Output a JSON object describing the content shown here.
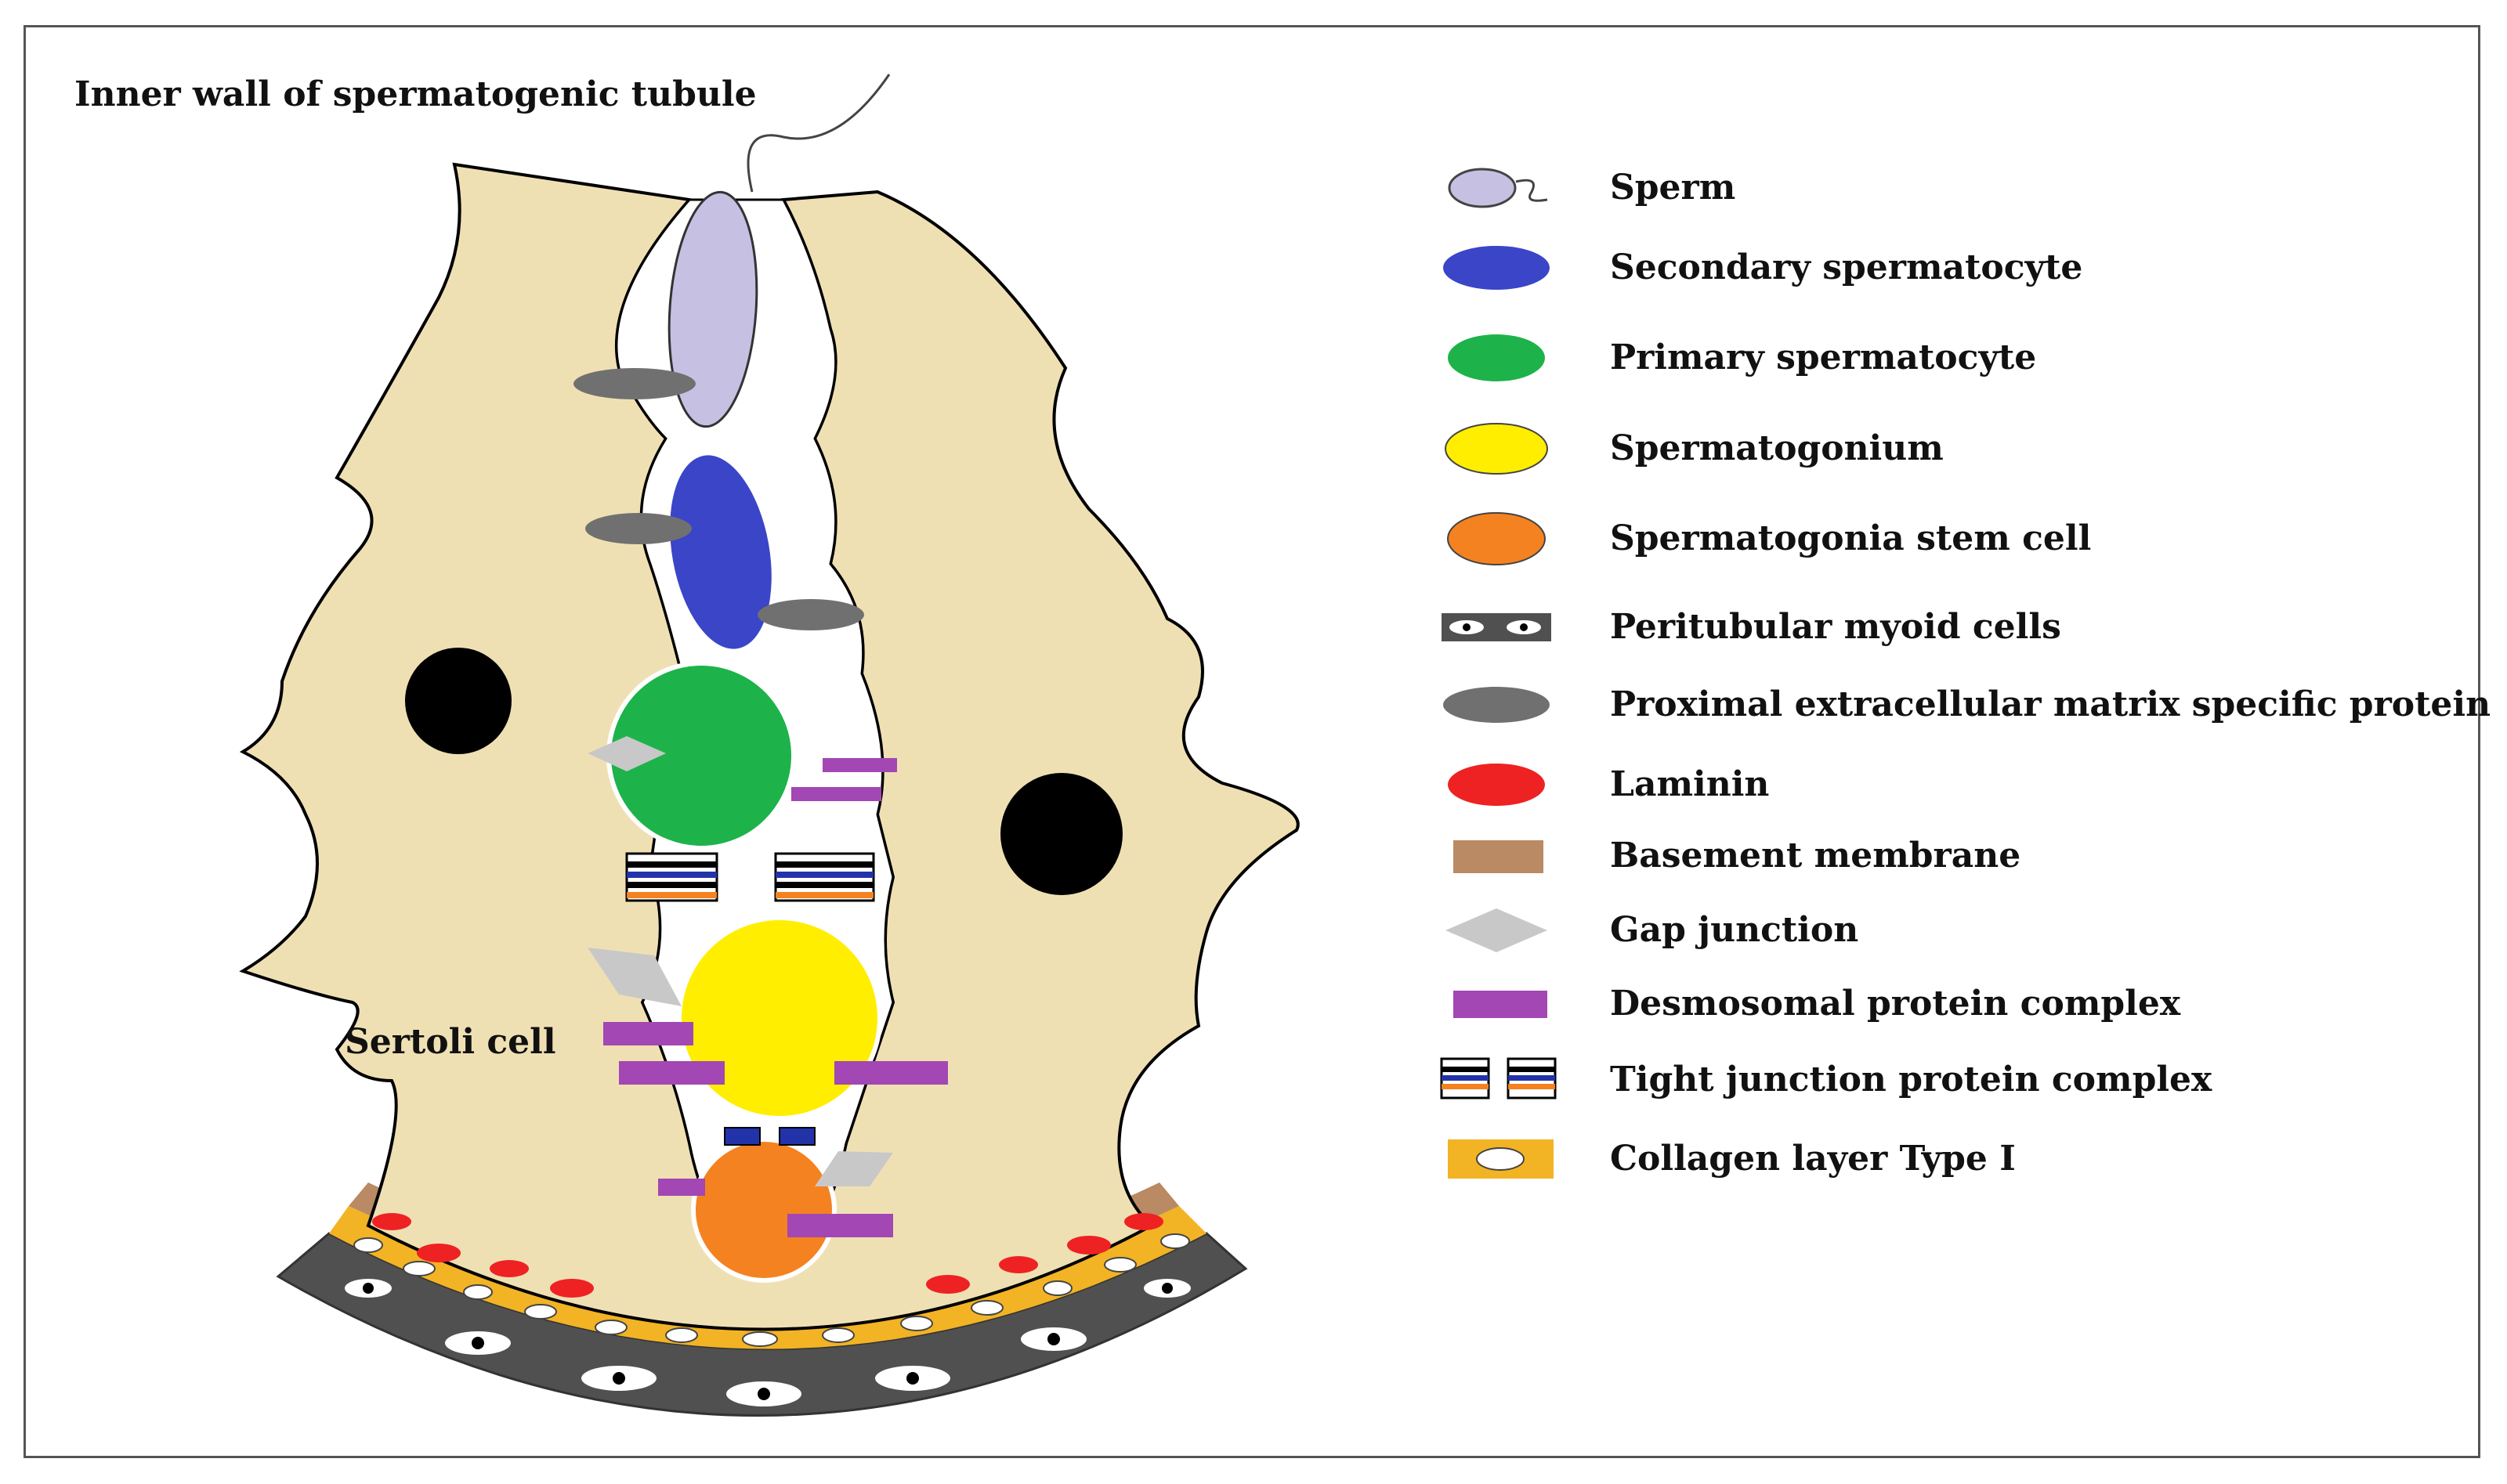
{
  "title": "Inner wall of spermatogenic tubule",
  "sertoli_label": "Sertoli cell",
  "colors": {
    "sertoli": "#efe0b4",
    "sperm": "#c6c0e2",
    "secondary_spermatocyte": "#3a45c8",
    "primary_spermatocyte": "#1db34a",
    "spermatogonium": "#ffee00",
    "stem_cell": "#f58220",
    "ecm_protein": "#707070",
    "laminin": "#ee2222",
    "basement_membrane": "#b98a63",
    "gap_junction": "#c8c8c8",
    "desmosomal": "#a247b3",
    "collagen": "#f2b324",
    "myoid": "#505050",
    "nucleus": "#000000"
  },
  "legend": [
    {
      "label": "Sperm",
      "icon": "sperm-icon"
    },
    {
      "label": "Secondary spermatocyte",
      "icon": "secondary-spermatocyte-icon"
    },
    {
      "label": "Primary spermatocyte",
      "icon": "primary-spermatocyte-icon"
    },
    {
      "label": "Spermatogonium",
      "icon": "spermatogonium-icon"
    },
    {
      "label": "Spermatogonia stem cell",
      "icon": "stem-cell-icon"
    },
    {
      "label": "Peritubular myoid cells",
      "icon": "myoid-cell-icon"
    },
    {
      "label": "Proximal extracellular matrix specific protein",
      "icon": "ecm-protein-icon"
    },
    {
      "label": "Laminin",
      "icon": "laminin-icon"
    },
    {
      "label": "Basement membrane",
      "icon": "basement-membrane-icon"
    },
    {
      "label": "Gap junction",
      "icon": "gap-junction-icon"
    },
    {
      "label": "Desmosomal protein complex",
      "icon": "desmosome-icon"
    },
    {
      "label": "Tight junction protein complex",
      "icon": "tight-junction-icon"
    },
    {
      "label": "Collagen layer Type I",
      "icon": "collagen-icon"
    }
  ]
}
